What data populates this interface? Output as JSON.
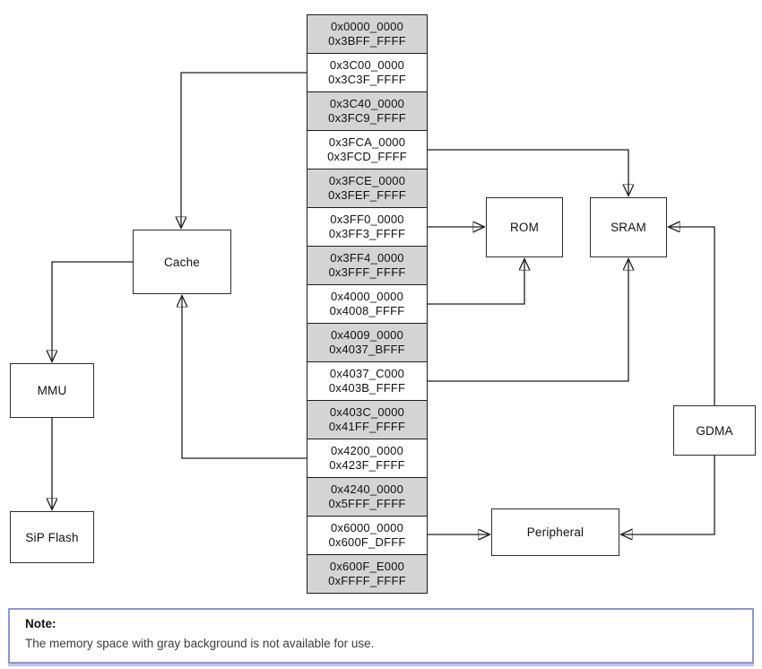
{
  "diagram": {
    "stack": {
      "unavailable_fill": "#d4d4d4",
      "available_fill": "#ffffff",
      "segments": [
        {
          "start": "0x0000_0000",
          "end": "0x3BFF_FFFF",
          "unavailable": true
        },
        {
          "start": "0x3C00_0000",
          "end": "0x3C3F_FFFF",
          "unavailable": false
        },
        {
          "start": "0x3C40_0000",
          "end": "0x3FC9_FFFF",
          "unavailable": true
        },
        {
          "start": "0x3FCA_0000",
          "end": "0x3FCD_FFFF",
          "unavailable": false
        },
        {
          "start": "0x3FCE_0000",
          "end": "0x3FEF_FFFF",
          "unavailable": true
        },
        {
          "start": "0x3FF0_0000",
          "end": "0x3FF3_FFFF",
          "unavailable": false
        },
        {
          "start": "0x3FF4_0000",
          "end": "0x3FFF_FFFF",
          "unavailable": true
        },
        {
          "start": "0x4000_0000",
          "end": "0x4008_FFFF",
          "unavailable": false
        },
        {
          "start": "0x4009_0000",
          "end": "0x4037_BFFF",
          "unavailable": true
        },
        {
          "start": "0x4037_C000",
          "end": "0x403B_FFFF",
          "unavailable": false
        },
        {
          "start": "0x403C_0000",
          "end": "0x41FF_FFFF",
          "unavailable": true
        },
        {
          "start": "0x4200_0000",
          "end": "0x423F_FFFF",
          "unavailable": false
        },
        {
          "start": "0x4240_0000",
          "end": "0x5FFF_FFFF",
          "unavailable": true
        },
        {
          "start": "0x6000_0000",
          "end": "0x600F_DFFF",
          "unavailable": false
        },
        {
          "start": "0x600F_E000",
          "end": "0xFFFF_FFFF",
          "unavailable": true
        }
      ]
    },
    "boxes": {
      "cache": "Cache",
      "mmu": "MMU",
      "sip_flash": "SiP Flash",
      "rom": "ROM",
      "sram": "SRAM",
      "gdma": "GDMA",
      "peripheral": "Peripheral"
    },
    "line_color": "#1f1f1f"
  },
  "note": {
    "title": "Note:",
    "text": "The memory space with gray background is not available for use.",
    "border_color": "#8f93da"
  }
}
